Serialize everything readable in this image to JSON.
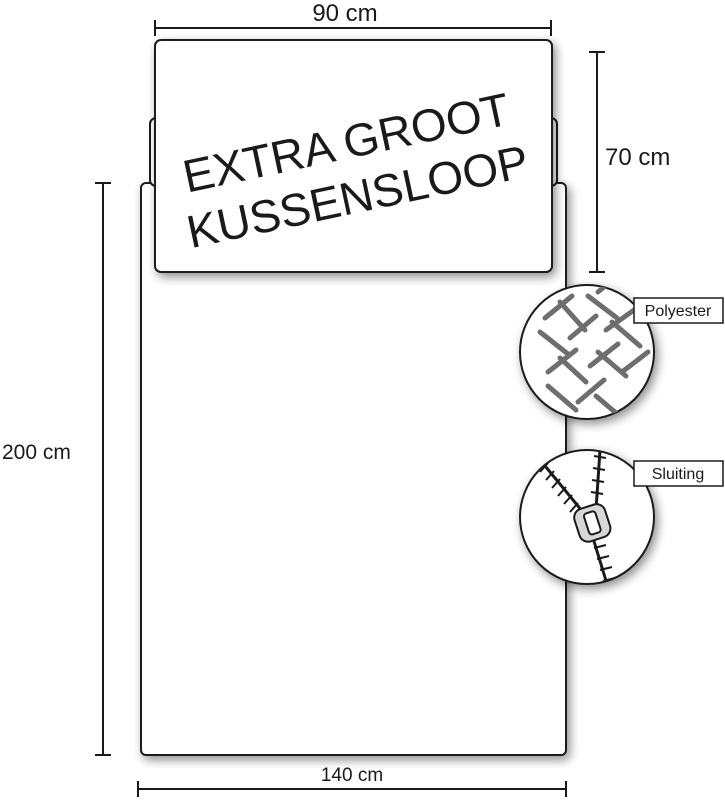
{
  "dimensions": {
    "pillow_width": "90 cm",
    "pillow_height": "70 cm",
    "sheet_length": "200 cm",
    "sheet_width": "140 cm"
  },
  "pillow": {
    "line1": "EXTRA GROOT",
    "line2": "KUSSENSLOOP"
  },
  "callouts": {
    "fabric": "Polyester",
    "closure": "Sluiting"
  },
  "icons": [
    "fabric-weave-icon",
    "zipper-icon"
  ]
}
